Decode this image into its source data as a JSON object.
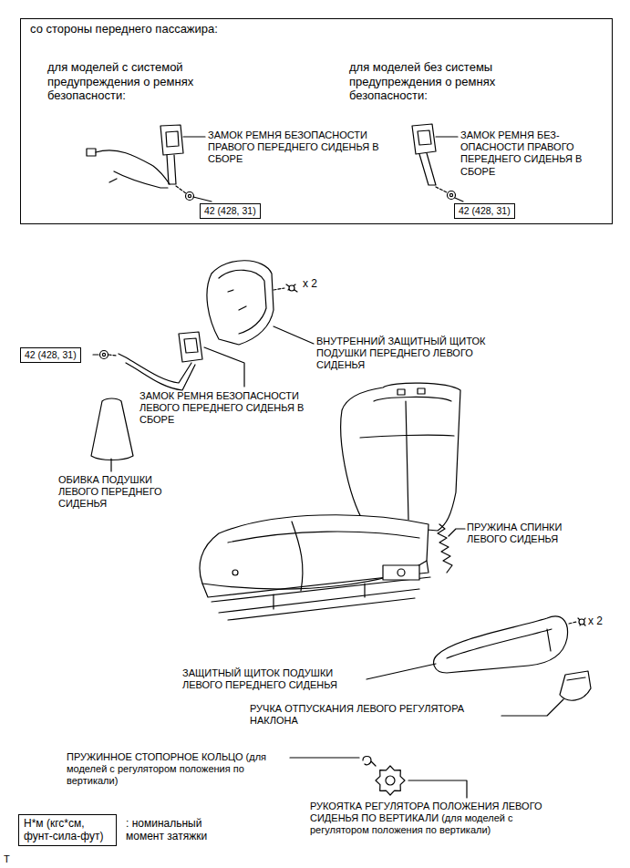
{
  "diagram": {
    "nodes": [
      {
        "text": [
          "со стороны переднего пассажира:"
        ]
      },
      {
        "text": [
          "42 (428, 31)"
        ],
        "in": 0
      },
      {
        "text": [
          "42 (428, 31)"
        ],
        "in": 0
      },
      {
        "text": [
          "42 (428, 31)"
        ]
      },
      {
        "text": [
          "Н*м (кгс*см, фунт-сила-фут)"
        ]
      }
    ],
    "labels": [
      "для моделей с системой предупреждения о ремнях безопасности:",
      "для моделей без системы предупреждения о ремнях безопасности:",
      "ЗАМОК РЕМНЯ БЕЗОПАСНОСТИ ПРАВОГО ПЕРЕДНЕГО СИДЕНЬЯ В СБОРЕ",
      "ЗАМОК РЕМНЯ БЕЗ- ОПАСНОСТИ ПРАВОГО ПЕРЕДНЕГО СИДЕНЬЯ В СБОРЕ",
      "x 2",
      "ВНУТРЕННИЙ ЗАЩИТНЫЙ ЩИТОК ПОДУШКИ ПЕРЕДНЕГО ЛЕВОГО СИДЕНЬЯ",
      "ЗАМОК РЕМНЯ БЕЗОПАСНОСТИ ЛЕВОГО ПЕРЕДНЕГО СИДЕНЬЯ В СБОРЕ",
      "ОБИВКА ПОДУШКИ ЛЕВОГО ПЕРЕДНЕГО СИДЕНЬЯ",
      "ПРУЖИНА СПИНКИ ЛЕВОГО СИДЕНЬЯ",
      "x 2",
      "ЗАЩИТНЫЙ ЩИТОК ПОДУШКИ ЛЕВОГО ПЕРЕДНЕГО СИДЕНЬЯ",
      "РУЧКА ОТПУСКАНИЯ ЛЕВОГО РЕГУЛЯТОРА НАКЛОНА",
      "ПРУЖИННОЕ СТОПОРНОЕ КОЛЬЦО (для моделей с регулятором положения по вертикали)",
      "РУКОЯТКА РЕГУЛЯТОРА ПОЛОЖЕНИЯ ЛЕВОГО СИДЕНЬЯ ПО ВЕРТИКАЛИ (для моделей с регулятором положения по вертикали)",
      ": номинальный момент затяжки",
      "T"
    ]
  }
}
